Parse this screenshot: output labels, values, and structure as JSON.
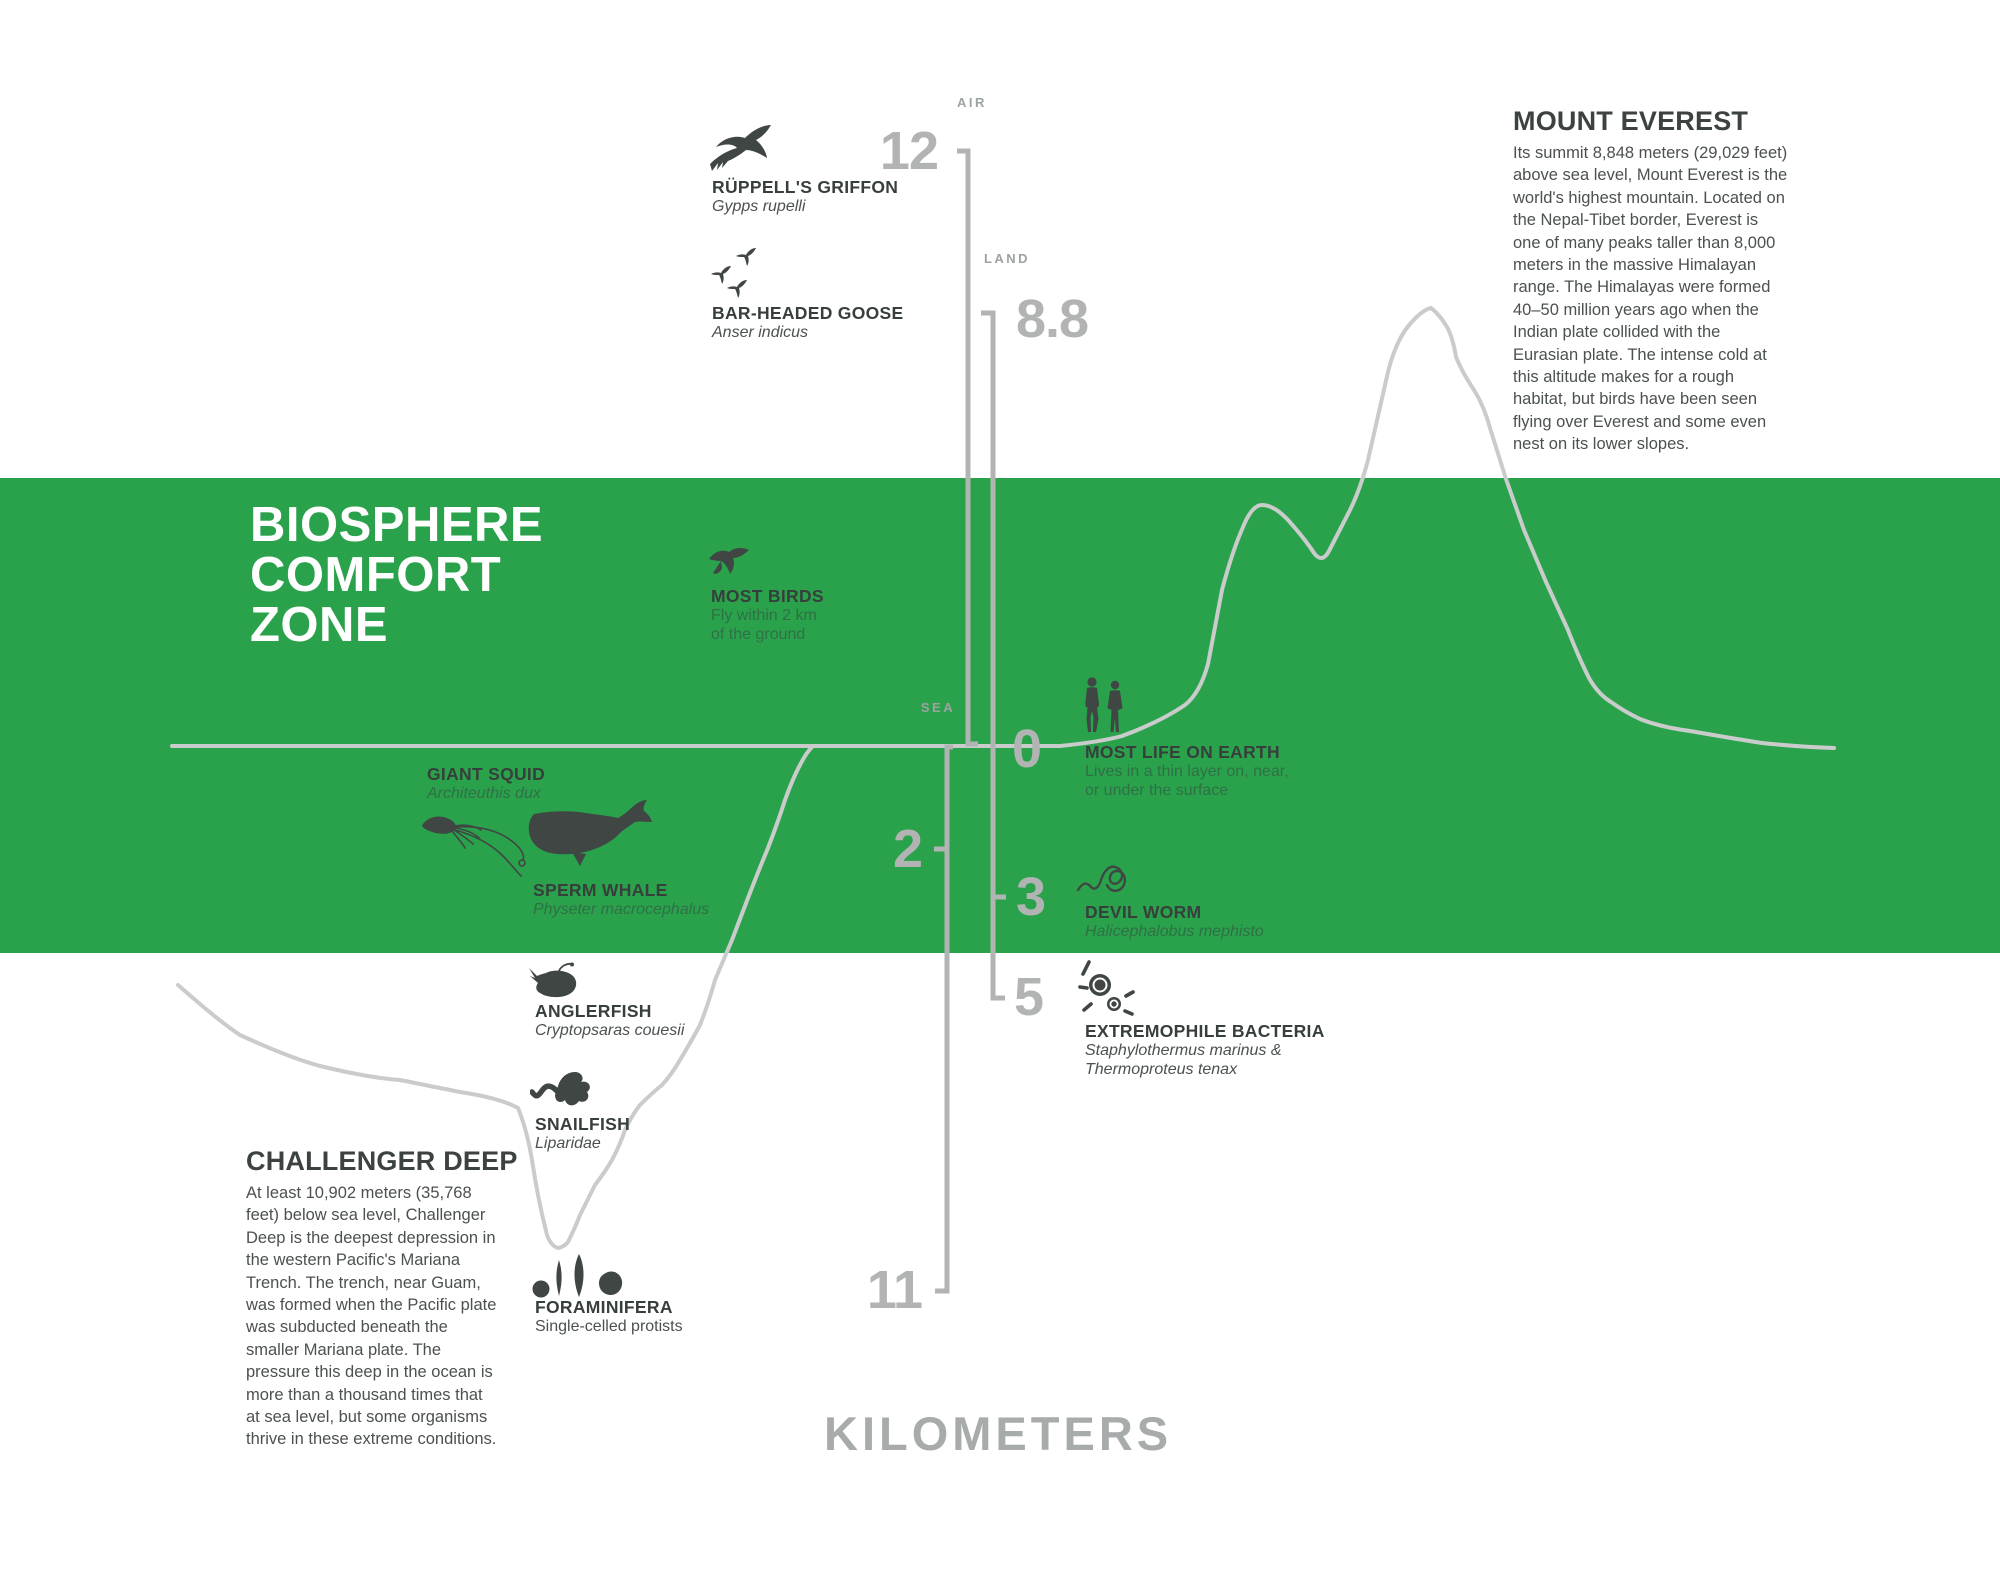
{
  "title": {
    "lines": [
      "BIOSPHERE",
      "COMFORT",
      "ZONE"
    ]
  },
  "unit_label": "KILOMETERS",
  "zones": {
    "air": "AIR",
    "land": "LAND",
    "sea": "SEA"
  },
  "scale_marks": {
    "m12": "12",
    "m88": "8.8",
    "m0": "0",
    "m2": "2",
    "m3": "3",
    "m5": "5",
    "m11": "11"
  },
  "callouts": {
    "everest": {
      "title": "MOUNT EVEREST",
      "body": "Its summit 8,848 meters (29,029 feet) above sea level, Mount Everest is the world's highest mountain. Located on the Nepal-Tibet border, Everest is one of many peaks taller than 8,000 meters in the massive Himalayan range. The Himalayas were formed 40–50 million years ago when the Indian plate collided with the Eurasian plate. The intense cold at this altitude makes for a rough habitat, but birds have been seen flying over Everest and some even nest on its lower slopes."
    },
    "challenger": {
      "title": "CHALLENGER DEEP",
      "body": "At least 10,902 meters (35,768 feet) below sea level, Challenger Deep is the deepest depression in the western Pacific's Mariana Trench. The trench, near Guam, was formed when the Pacific plate was subducted beneath the smaller Mariana plate. The pressure this deep in the ocean is more than a thousand times that at sea level, but some organisms thrive in these extreme conditions."
    }
  },
  "species": {
    "griffon": {
      "name": "RÜPPELL'S GRIFFON",
      "latin": "Gypps rupelli"
    },
    "goose": {
      "name": "BAR-HEADED GOOSE",
      "latin": "Anser indicus"
    },
    "most_birds": {
      "name": "MOST BIRDS",
      "sub": [
        "Fly within 2 km",
        "of the ground"
      ]
    },
    "giant_squid": {
      "name": "GIANT SQUID",
      "latin": "Architeuthis dux"
    },
    "sperm_whale": {
      "name": "SPERM WHALE",
      "latin": "Physeter macrocephalus"
    },
    "most_life": {
      "name": "MOST LIFE ON EARTH",
      "sub": [
        "Lives in a thin layer on, near,",
        "or under the surface"
      ]
    },
    "devil_worm": {
      "name": "DEVIL WORM",
      "latin": "Halicephalobus mephisto"
    },
    "extremophile": {
      "name": "EXTREMOPHILE BACTERIA",
      "sub": [
        "Staphylothermus marinus &",
        "Thermoproteus tenax"
      ]
    },
    "anglerfish": {
      "name": "ANGLERFISH",
      "latin": "Cryptopsaras couesii"
    },
    "snailfish": {
      "name": "SNAILFISH",
      "latin": "Liparidae"
    },
    "foraminifera": {
      "name": "FORAMINIFERA",
      "sub": [
        "Single-celled protists"
      ]
    }
  },
  "colors": {
    "band_green": "#2aa24b",
    "ink_dark": "#373f3c",
    "body_text": "#4b5050",
    "scale_gray": "#b1b4b3",
    "zone_label_gray": "#9da3a0",
    "profile_gray": "#c9cccb",
    "on_green_secondary": "#2f7046",
    "title_white": "#ffffff"
  }
}
